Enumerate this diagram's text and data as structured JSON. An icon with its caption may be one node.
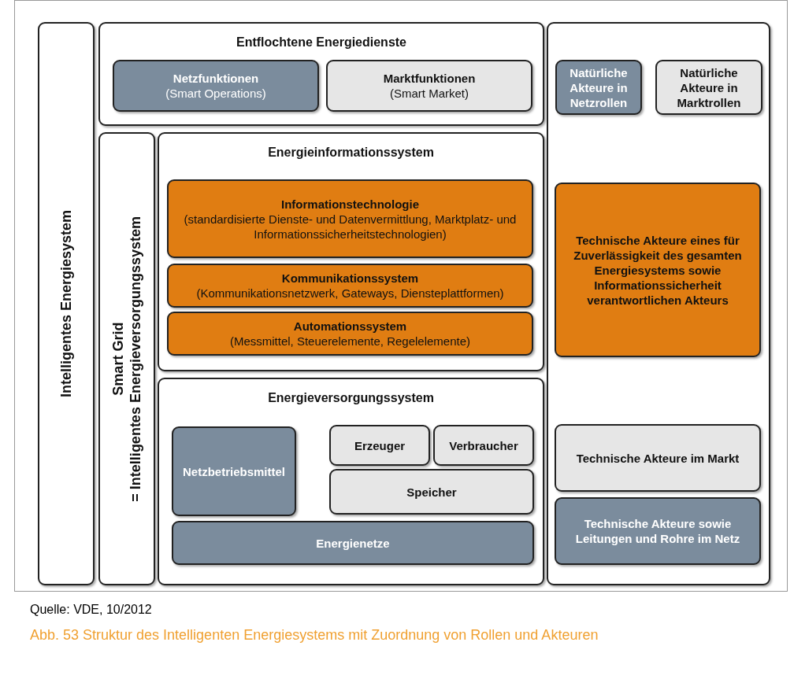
{
  "diagram": {
    "caption": "Abb. 53 Struktur des Intelligenten Energiesystems mit Zuordnung von Rollen und Akteuren",
    "nodes": [
      {
        "text": [
          "Intelligentes Energiesystem"
        ]
      },
      {
        "text": [
          "Entflochtene Energiedienste"
        ]
      },
      {
        "text": [
          "Netzfunktionen",
          "(Smart Operations)"
        ],
        "in": 1
      },
      {
        "text": [
          "Marktfunktionen",
          "(Smart Market)"
        ],
        "in": 1
      },
      {
        "text": [
          "Smart Grid",
          "= Intelligentes Energieversorgungssystem"
        ]
      },
      {
        "text": [
          "Energieinformationssystem"
        ]
      },
      {
        "text": [
          "Informationstechnologie",
          "(standardisierte Dienste- und Datenvermittlung, Marktplatz- und Informationssicherheitstechnologien)"
        ],
        "in": 5
      },
      {
        "text": [
          "Kommunikationssystem",
          "(Kommunikationsnetzwerk, Gateways, Diensteplattformen)"
        ],
        "in": 5
      },
      {
        "text": [
          "Automationssystem",
          "(Messmittel, Steuerelemente, Regelelemente)"
        ],
        "in": 5
      },
      {
        "text": [
          "Energieversorgungssystem"
        ]
      },
      {
        "text": [
          "Netzbetriebsmittel"
        ],
        "in": 9
      },
      {
        "text": [
          "Erzeuger"
        ],
        "in": 9
      },
      {
        "text": [
          "Verbraucher"
        ],
        "in": 9
      },
      {
        "text": [
          "Speicher"
        ],
        "in": 9
      },
      {
        "text": [
          "Energienetze"
        ],
        "in": 9
      },
      {
        "text": [],
        "shape": "box"
      },
      {
        "text": [
          "Natürliche Akteure in Netzrollen"
        ],
        "in": 15
      },
      {
        "text": [
          "Natürliche Akteure in Marktrollen"
        ],
        "in": 15
      },
      {
        "text": [
          "Technische Akteure eines für Zuverlässigkeit des gesamten Energiesystems sowie Informationssicherheit verantwortlichen Akteurs"
        ],
        "in": 15
      },
      {
        "text": [
          "Technische Akteure im Markt"
        ],
        "in": 15
      },
      {
        "text": [
          "Technische Akteure sowie Leitungen und Rohre im Netz"
        ],
        "in": 15
      }
    ],
    "edges": [],
    "labels": [
      "Quelle: VDE, 10/2012"
    ]
  }
}
